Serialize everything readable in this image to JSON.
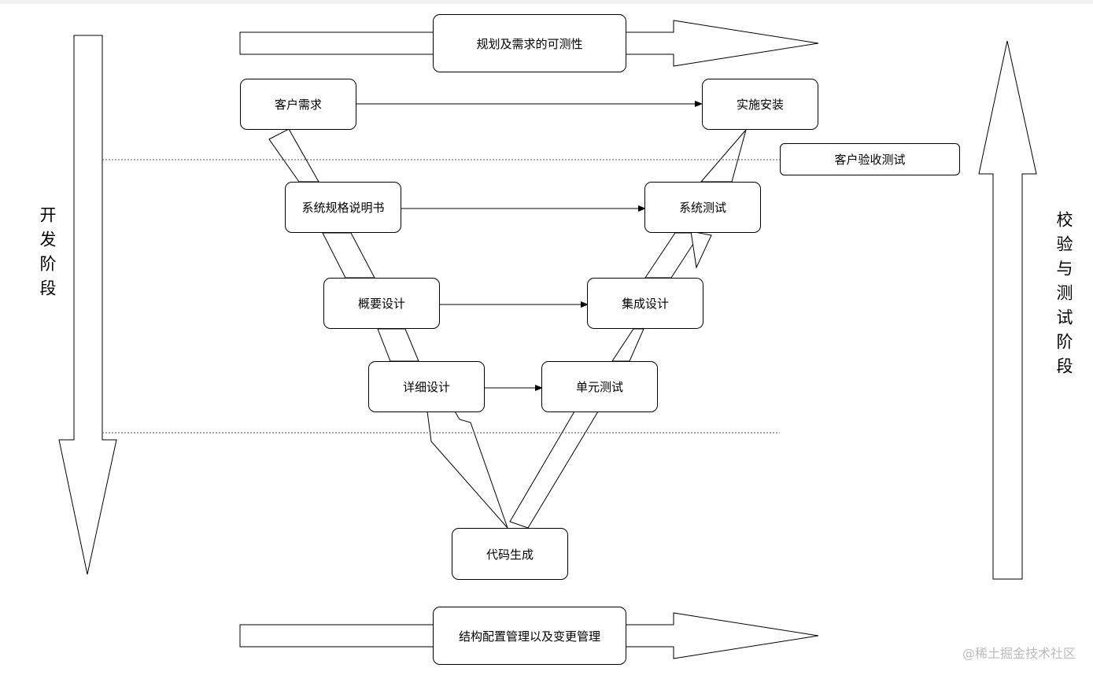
{
  "phases": {
    "left": "开发阶段",
    "right": "校验与测试阶段"
  },
  "banners": {
    "top": "规划及需求的可测性",
    "bottom": "结构配置管理以及变更管理"
  },
  "dev_steps": {
    "customer_requirements": "客户需求",
    "system_spec": "系统规格说明书",
    "high_level_design": "概要设计",
    "detailed_design": "详细设计",
    "code_generation": "代码生成"
  },
  "test_steps": {
    "installation": "实施安装",
    "acceptance_test": "客户验收测试",
    "system_test": "系统测试",
    "integration_design": "集成设计",
    "unit_test": "单元测试"
  },
  "watermark": "@稀土掘金技术社区"
}
